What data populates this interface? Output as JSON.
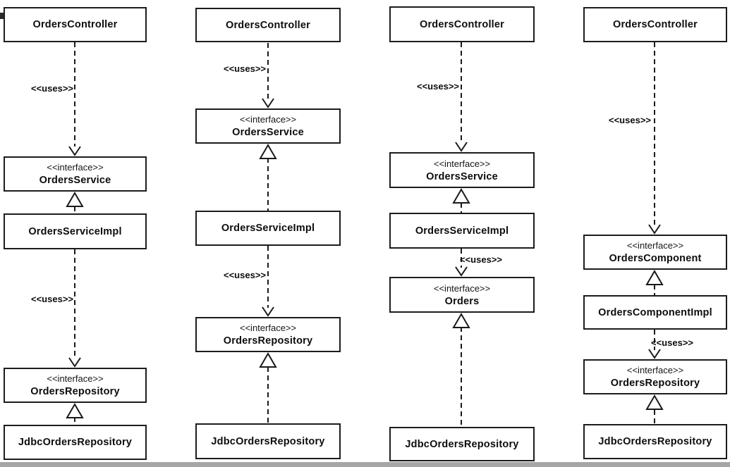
{
  "diagram": {
    "stereotype_interface": "<<interface>>",
    "stereotype_uses": "<<uses>>",
    "columns": [
      {
        "nodes": [
          {
            "kind": "class",
            "name": "OrdersController"
          },
          {
            "kind": "interface",
            "name": "OrdersService"
          },
          {
            "kind": "class",
            "name": "OrdersServiceImpl"
          },
          {
            "kind": "interface",
            "name": "OrdersRepository"
          },
          {
            "kind": "class",
            "name": "JdbcOrdersRepository"
          }
        ]
      },
      {
        "nodes": [
          {
            "kind": "class",
            "name": "OrdersController"
          },
          {
            "kind": "interface",
            "name": "OrdersService"
          },
          {
            "kind": "class",
            "name": "OrdersServiceImpl"
          },
          {
            "kind": "interface",
            "name": "OrdersRepository"
          },
          {
            "kind": "class",
            "name": "JdbcOrdersRepository"
          }
        ]
      },
      {
        "nodes": [
          {
            "kind": "class",
            "name": "OrdersController"
          },
          {
            "kind": "interface",
            "name": "OrdersService"
          },
          {
            "kind": "class",
            "name": "OrdersServiceImpl"
          },
          {
            "kind": "interface",
            "name": "Orders"
          },
          {
            "kind": "class",
            "name": "JdbcOrdersRepository"
          }
        ]
      },
      {
        "nodes": [
          {
            "kind": "class",
            "name": "OrdersController"
          },
          {
            "kind": "interface",
            "name": "OrdersComponent"
          },
          {
            "kind": "class",
            "name": "OrdersComponentImpl"
          },
          {
            "kind": "interface",
            "name": "OrdersRepository"
          },
          {
            "kind": "class",
            "name": "JdbcOrdersRepository"
          }
        ]
      }
    ]
  }
}
